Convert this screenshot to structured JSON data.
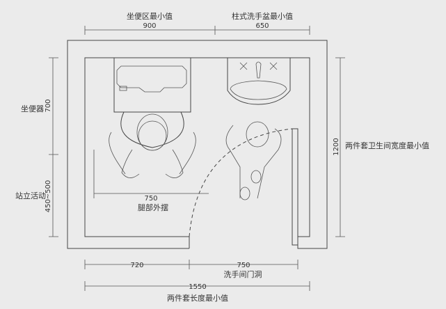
{
  "top": {
    "toilet_zone_label": "坐便区最小值",
    "toilet_zone_dim": "900",
    "sink_label": "柱式洗手盆最小值",
    "sink_dim": "650"
  },
  "left": {
    "toilet_label": "坐便器",
    "toilet_dim": "700",
    "standing_label": "站立活动",
    "standing_dim": "450~500"
  },
  "right": {
    "width_dim": "1200",
    "width_label": "两件套卫生间宽度最小值"
  },
  "inner": {
    "leg_dim": "750",
    "leg_label": "腿部外摆"
  },
  "bottom": {
    "dim_720": "720",
    "door_dim": "750",
    "door_label": "洗手间门洞",
    "total_dim": "1550",
    "total_label": "两件套长度最小值"
  }
}
